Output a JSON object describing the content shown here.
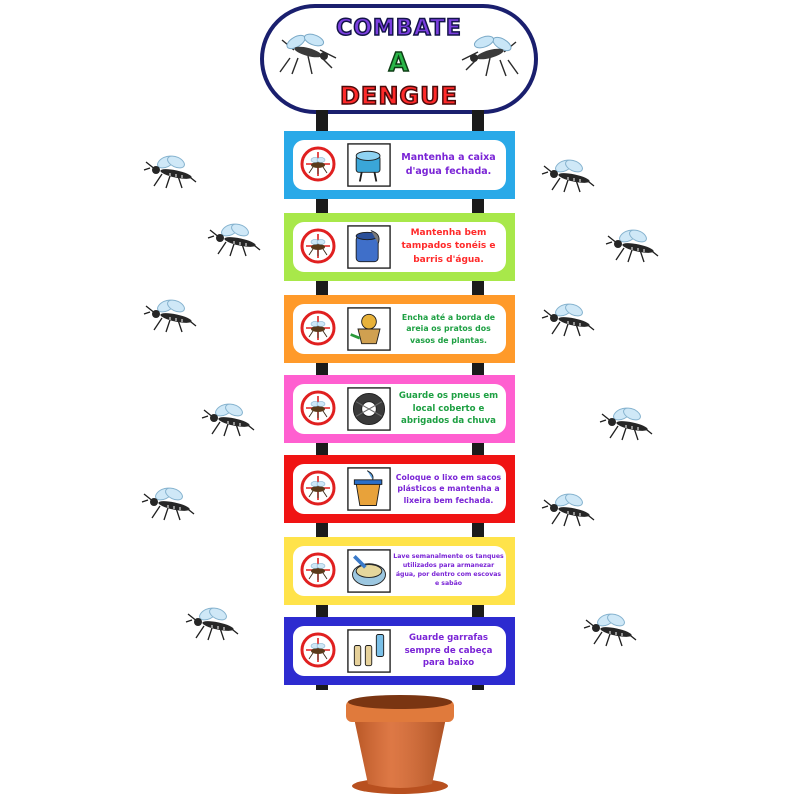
{
  "header": {
    "line1": "COMBATE",
    "line2": "A",
    "line3": "DENGUE"
  },
  "tips": [
    {
      "text": "Mantenha a caixa d'agua fechada.",
      "frame": "#29a9e8",
      "textColor": "#7a24d6",
      "icon": "water-tank-icon"
    },
    {
      "text": "Mantenha bem tampados tonéis e barris d'água.",
      "frame": "#a8e84a",
      "textColor": "#ff2a2a",
      "icon": "barrel-icon"
    },
    {
      "text": "Encha até a borda de areia os pratos dos vasos de plantas.",
      "frame": "#ff9a2a",
      "textColor": "#1ea043",
      "icon": "plant-pot-icon"
    },
    {
      "text": "Guarde os pneus em local coberto e abrigados da chuva",
      "frame": "#ff5fd0",
      "textColor": "#1ea043",
      "icon": "tire-icon"
    },
    {
      "text": "Coloque o lixo em sacos plásticos e mantenha a lixeira bem fechada.",
      "frame": "#f01313",
      "textColor": "#7a24d6",
      "icon": "trash-bin-icon"
    },
    {
      "text": "Lave semanalmente os tanques utilizados para armanezar água, por dentro com escovas e sabão",
      "frame": "#ffe34a",
      "textColor": "#7a24d6",
      "icon": "wash-tank-icon"
    },
    {
      "text": "Guarde garrafas sempre de cabeça para baixo",
      "frame": "#2d2bd0",
      "textColor": "#7a24d6",
      "icon": "bottles-icon"
    }
  ],
  "colors": {
    "signBorder": "#1a1f6e",
    "pole": "#1b1b1b",
    "pot": "#d9662c",
    "noSymbol": "#e02020"
  }
}
